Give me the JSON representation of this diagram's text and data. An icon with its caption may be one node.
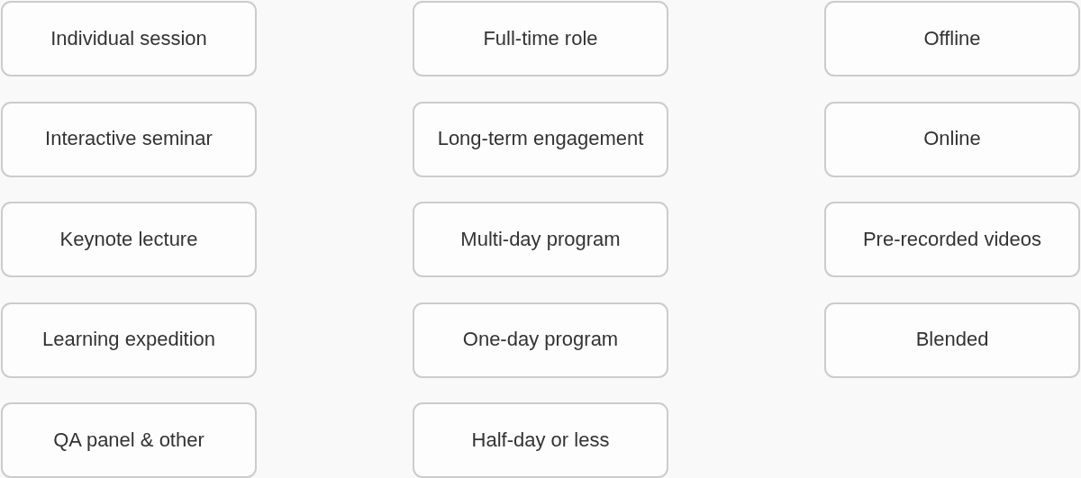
{
  "diagram": {
    "nodes": [
      {
        "text": [
          "Individual session"
        ]
      },
      {
        "text": [
          "Full-time role"
        ]
      },
      {
        "text": [
          "Offline"
        ]
      },
      {
        "text": [
          "Interactive seminar"
        ]
      },
      {
        "text": [
          "Long-term engagement"
        ]
      },
      {
        "text": [
          "Online"
        ]
      },
      {
        "text": [
          "Keynote lecture"
        ]
      },
      {
        "text": [
          "Multi-day program"
        ]
      },
      {
        "text": [
          "Pre-recorded videos"
        ]
      },
      {
        "text": [
          "Learning expedition"
        ]
      },
      {
        "text": [
          "One-day program"
        ]
      },
      {
        "text": [
          "Blended"
        ]
      },
      {
        "text": [
          "QA panel & other"
        ]
      },
      {
        "text": [
          "Half-day or less"
        ]
      }
    ],
    "edges": []
  }
}
